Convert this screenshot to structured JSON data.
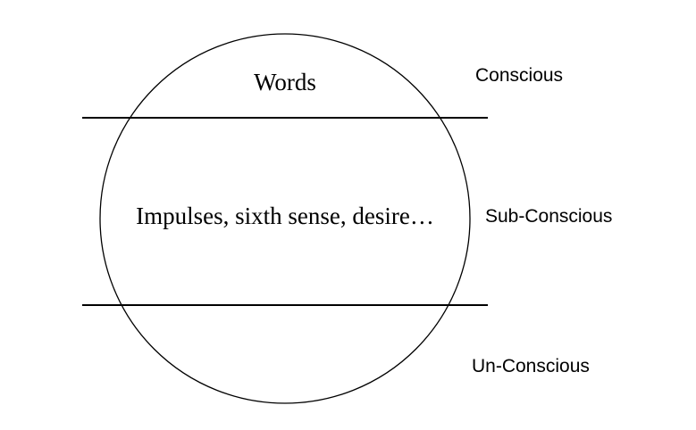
{
  "diagram": {
    "inner_labels": {
      "top": "Words",
      "middle": "Impulses, sixth sense, desire…"
    },
    "level_labels": {
      "conscious": "Conscious",
      "subconscious": "Sub-Conscious",
      "unconscious": "Un-Conscious"
    },
    "colors": {
      "stroke": "#000000",
      "background": "#ffffff",
      "text": "#000000"
    }
  }
}
